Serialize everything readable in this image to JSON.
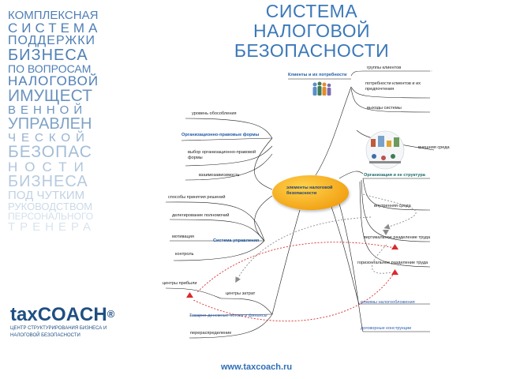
{
  "left_column": [
    {
      "text": "КОМПЛЕКСНАЯ",
      "size": 15,
      "spacing": 0,
      "color": "#4f7fb5"
    },
    {
      "text": "СИСТЕМА",
      "size": 17,
      "spacing": 5,
      "color": "#4f7fb5"
    },
    {
      "text": "ПОДДЕРЖКИ",
      "size": 16,
      "spacing": 1,
      "color": "#4f7fb5"
    },
    {
      "text": "БИЗНЕСА",
      "size": 20,
      "spacing": 1,
      "color": "#4f7fb5"
    },
    {
      "text": "ПО ВОПРОСАМ",
      "size": 14,
      "spacing": 0,
      "color": "#4f7fb5"
    },
    {
      "text": "НАЛОГОВОЙ",
      "size": 17,
      "spacing": 1,
      "color": "#4f7fb5"
    },
    {
      "text": "ИМУЩЕСТ",
      "size": 21,
      "spacing": 0,
      "color": "#6b93bf"
    },
    {
      "text": "ВЕННОЙ",
      "size": 15,
      "spacing": 6,
      "color": "#6b93bf"
    },
    {
      "text": "УПРАВЛЕН",
      "size": 20,
      "spacing": 0,
      "color": "#7fa2c7"
    },
    {
      "text": "ЧЕСКОЙ",
      "size": 15,
      "spacing": 7,
      "color": "#93b1d0"
    },
    {
      "text": "БЕЗОПАС",
      "size": 21,
      "spacing": 1,
      "color": "#a3bdd7"
    },
    {
      "text": "НОСТИ",
      "size": 17,
      "spacing": 9,
      "color": "#aec4db"
    },
    {
      "text": "БИЗНЕСА",
      "size": 20,
      "spacing": 1,
      "color": "#b6cadf"
    },
    {
      "text": "ПОД ЧУТКИМ",
      "size": 15,
      "spacing": 0,
      "color": "#c1d2e4"
    },
    {
      "text": "РУКОВОДСТВОМ",
      "size": 13,
      "spacing": 0,
      "color": "#cbdae8"
    },
    {
      "text": "ПЕРСОНАЛЬНОГО",
      "size": 12,
      "spacing": 0,
      "color": "#d3e0ec"
    },
    {
      "text": "ТРЕНЕРА",
      "size": 15,
      "spacing": 6,
      "color": "#d9e4ef"
    }
  ],
  "title": "СИСТЕМА НАЛОГОВОЙ БЕЗОПАСНОСТИ",
  "logo": {
    "word_tax": "tax",
    "word_coach": "COACH",
    "mark": "®",
    "subtitle_1": "ЦЕНТР СТРУКТУРИРОВАНИЯ БИЗНЕСА И",
    "subtitle_2": "НАЛОГОВОЙ БЕЗОПАСНОСТИ"
  },
  "website": "www.taxcoach.ru",
  "diagram": {
    "center": "элементы налоговой безопасности",
    "clients_head": "Клиенты и их потребности",
    "clients_groups": "группы клиентов",
    "clients_needs": "потребности клиентов и их предпочтения",
    "clients_exits": "выходы системы",
    "env_outer": "внешняя среда",
    "org_head": "Организация и ее структура",
    "org_inner": "внутренняя среда",
    "org_vertical": "вертикальное разделение труда",
    "org_horizontal": "горизонтальное разделение труда",
    "tax_regimes": "режимы налогообложения",
    "contracts": "договорные конструкции",
    "legal_isolation": "уровень обособления",
    "legal_head": "Организационно-правовые формы",
    "legal_choice": "выбор организационно-правовой формы",
    "legal_interdep": "взаимозависимость",
    "mgmt_decisions": "способы принятия решений",
    "mgmt_delegation": "делегирование полномочий",
    "mgmt_motivation": "мотивация",
    "mgmt_head": "Система управления",
    "mgmt_control": "контроль",
    "profit_centers": "центры прибыли",
    "cost_centers": "центры затрат",
    "flows_head": "Товарно-денежные потоки и финансы",
    "redistribution": "перераспределение"
  }
}
